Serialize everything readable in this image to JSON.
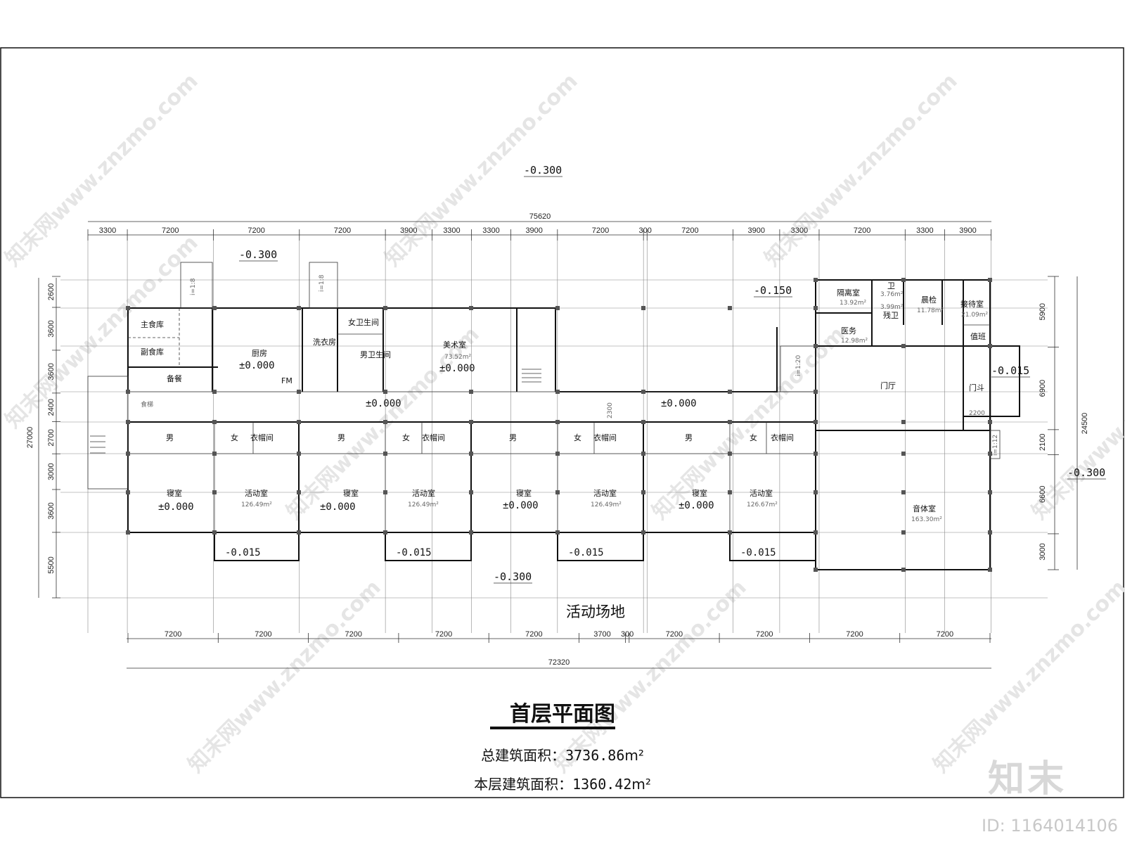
{
  "drawing": {
    "title": "首层平面图",
    "total_area_label": "总建筑面积：",
    "total_area_value": "3736.86",
    "floor_area_label": "本层建筑面积：",
    "floor_area_value": "1360.42",
    "area_unit": "m²",
    "site_label": "活动场地"
  },
  "dimensions": {
    "overall_top": "75620",
    "overall_bottom": "72320",
    "overall_left": "27000",
    "overall_right": "24500",
    "top_segments": [
      "3300",
      "7200",
      "7200",
      "7200",
      "3900",
      "3300",
      "3300",
      "3900",
      "7200",
      "300",
      "7200",
      "3900",
      "3300",
      "7200",
      "3300",
      "3900"
    ],
    "bottom_segments": [
      "7200",
      "7200",
      "7200",
      "7200",
      "7200",
      "3700",
      "300",
      "7200",
      "7200",
      "7200",
      "7200"
    ],
    "left_segments": [
      "2600",
      "3600",
      "3600",
      "2400",
      "2700",
      "3000",
      "3600",
      "5500"
    ],
    "right_segments": [
      "5900",
      "6900",
      "2100",
      "6600",
      "3000"
    ]
  },
  "elevations": {
    "outside_top": "-0.300",
    "outside_left_top": "-0.300",
    "outside_bottom": "-0.300",
    "outside_right": "-0.300",
    "floor": "±0.000",
    "porch": "-0.015",
    "entry_porch": "-0.015",
    "yard_ne": "-0.150",
    "ramp_1": "i=1:8",
    "ramp_2": "i=1:8",
    "ramp_3": "i=1:20",
    "ramp_4": "i=1:12"
  },
  "rooms": {
    "main_storage": "主食库",
    "sub_storage": "副食库",
    "serving": "备餐",
    "kitchen": "厨房",
    "fm": "FM",
    "dumbwaiter": "食梯",
    "laundry": "洗衣房",
    "female_staff_wc": "女卫生间",
    "male_staff_wc": "男卫生间",
    "art_room": "美术室",
    "art_room_area": "73.52m²",
    "isolation": "隔离室",
    "isolation_area": "13.92m²",
    "wc": "卫",
    "wc_area": "3.76m²",
    "accessible_wc": "残卫",
    "accessible_wc_area": "3.99m²",
    "morning_check": "晨检",
    "morning_check_area": "11.78m²",
    "reception": "接待室",
    "reception_area": "21.09m²",
    "medical": "医务",
    "medical_area": "12.98m²",
    "duty": "值班",
    "lobby": "门厅",
    "vestibule": "门斗",
    "vestibule_dim": "2200",
    "male": "男",
    "female": "女",
    "cloakroom": "衣帽间",
    "bedroom": "寝室",
    "activity": "活动室",
    "activity_area_1": "126.49m²",
    "activity_area_2": "126.49m²",
    "activity_area_3": "126.49m²",
    "activity_area_4": "126.67m²",
    "music_gym": "音体室",
    "music_gym_area": "163.30m²",
    "corridor_dim": "2300"
  },
  "watermark": {
    "text": "知末网www.znzmo.com",
    "logo": "知末",
    "image_id": "ID: 1164014106"
  }
}
